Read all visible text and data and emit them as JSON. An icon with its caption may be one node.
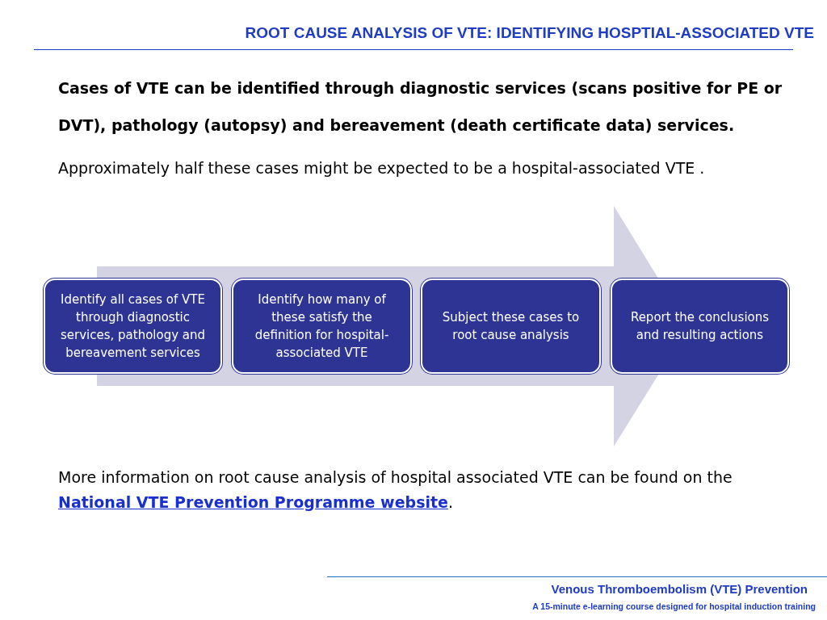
{
  "diagram": {
    "title": "ROOT CAUSE ANALYSIS OF VTE: IDENTIFYING HOSPTIAL-ASSOCIATED VTE",
    "nodes": [
      {
        "text": [
          "Identify all cases of VTE through diagnostic services, pathology and bereavement services"
        ]
      },
      {
        "text": [
          "Identify how many of these satisfy the definition for hospital-associated VTE"
        ]
      },
      {
        "text": [
          "Subject these cases to root cause analysis"
        ]
      },
      {
        "text": [
          "Report the conclusions and resulting actions"
        ]
      }
    ],
    "edges": [],
    "labels": [
      "Cases of VTE can be identified through diagnostic services (scans positive for PE or DVT), pathology (autopsy) and bereavement (death certificate data) services.",
      "Approximately half these cases might be expected to be a hospital-associated VTE .",
      "More information on root cause analysis of hospital associated VTE can be found on the **National VTE Prevention Programme website**.",
      "Venous Thromboembolism (VTE) Prevention",
      "A 15-minute e-learning course designed for hospital induction training"
    ]
  }
}
